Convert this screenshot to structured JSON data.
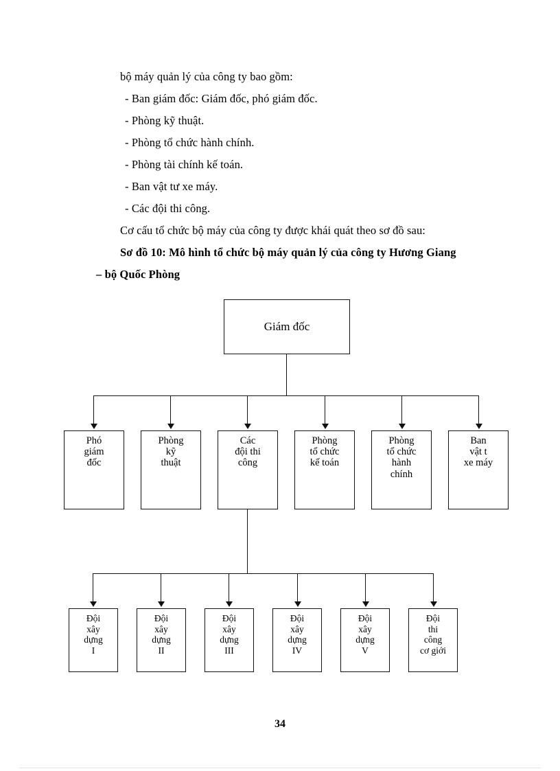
{
  "document": {
    "page_number": "34",
    "paragraphs": [
      {
        "style": "indent",
        "text": "bộ máy quản lý của công ty bao gồm:"
      },
      {
        "style": "bullet",
        "text": "- Ban giám đốc: Giám đốc, phó giám đốc."
      },
      {
        "style": "bullet",
        "text": "- Phòng kỹ thuật."
      },
      {
        "style": "bullet",
        "text": "- Phòng tổ chức hành chính."
      },
      {
        "style": "bullet",
        "text": "- Phòng tài chính kế toán."
      },
      {
        "style": "bullet",
        "text": "- Ban vật tư xe máy."
      },
      {
        "style": "bullet",
        "text": "- Các đội thi công."
      },
      {
        "style": "indent",
        "text": "Cơ cấu tổ chức bộ máy của công ty được khái quát theo sơ đồ sau:"
      },
      {
        "style": "heading",
        "text": "Sơ đồ 10: Mô hình tổ chức bộ máy quản lý của công ty Hương Giang"
      },
      {
        "style": "heading2",
        "text": "– bộ Quốc Phòng"
      }
    ]
  },
  "diagram": {
    "title": "Mô hình tổ chức bộ máy quản lý của công ty Hương Giang – bộ Quốc Phòng",
    "root": {
      "label": "Giám đốc"
    },
    "level2": [
      {
        "label": "Phó\ngiám\nđốc"
      },
      {
        "label": "Phòng\nkỹ\nthuật"
      },
      {
        "label": "Các\nđội thi\ncông"
      },
      {
        "label": "Phòng\ntổ chức\nkế toán"
      },
      {
        "label": "Phòng\ntổ chức\nhành\nchính"
      },
      {
        "label": "Ban\nvật t\nxe máy"
      }
    ],
    "level3": [
      {
        "label": "Đội\nxây\ndựng\nI"
      },
      {
        "label": "Đội\nxây\ndựng\nII"
      },
      {
        "label": "Đội\nxây\ndựng\nIII"
      },
      {
        "label": "Đội\nxây\ndựng\nIV"
      },
      {
        "label": "Đội\nxây\ndựng\nV"
      },
      {
        "label": "Đội\nthi\ncông\ncơ giới"
      }
    ],
    "line_color": "#111111"
  }
}
